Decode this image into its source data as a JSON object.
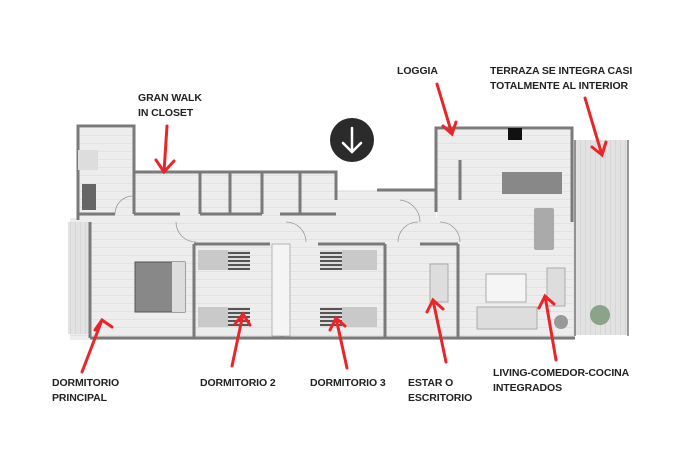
{
  "labels": {
    "walk_in": [
      "GRAN WALK",
      "IN CLOSET"
    ],
    "loggia": "LOGGIA",
    "terraza": [
      "TERRAZA SE INTEGRA CASI",
      "TOTALMENTE AL INTERIOR"
    ],
    "dormitorio_principal": [
      "DORMITORIO",
      "PRINCIPAL"
    ],
    "dormitorio_2": "DORMITORIO 2",
    "dormitorio_3": "DORMITORIO 3",
    "estar": [
      "ESTAR O",
      "ESCRITORIO"
    ],
    "living": [
      "LIVING-COMEDOR-COCINA",
      "INTEGRADOS"
    ]
  },
  "colors": {
    "arrow": "#e8262a",
    "wall": "#7a7a7a",
    "floor": "#ececec",
    "compass": "#2b2b2b"
  },
  "icons": {
    "compass": "arrow-down-icon"
  }
}
